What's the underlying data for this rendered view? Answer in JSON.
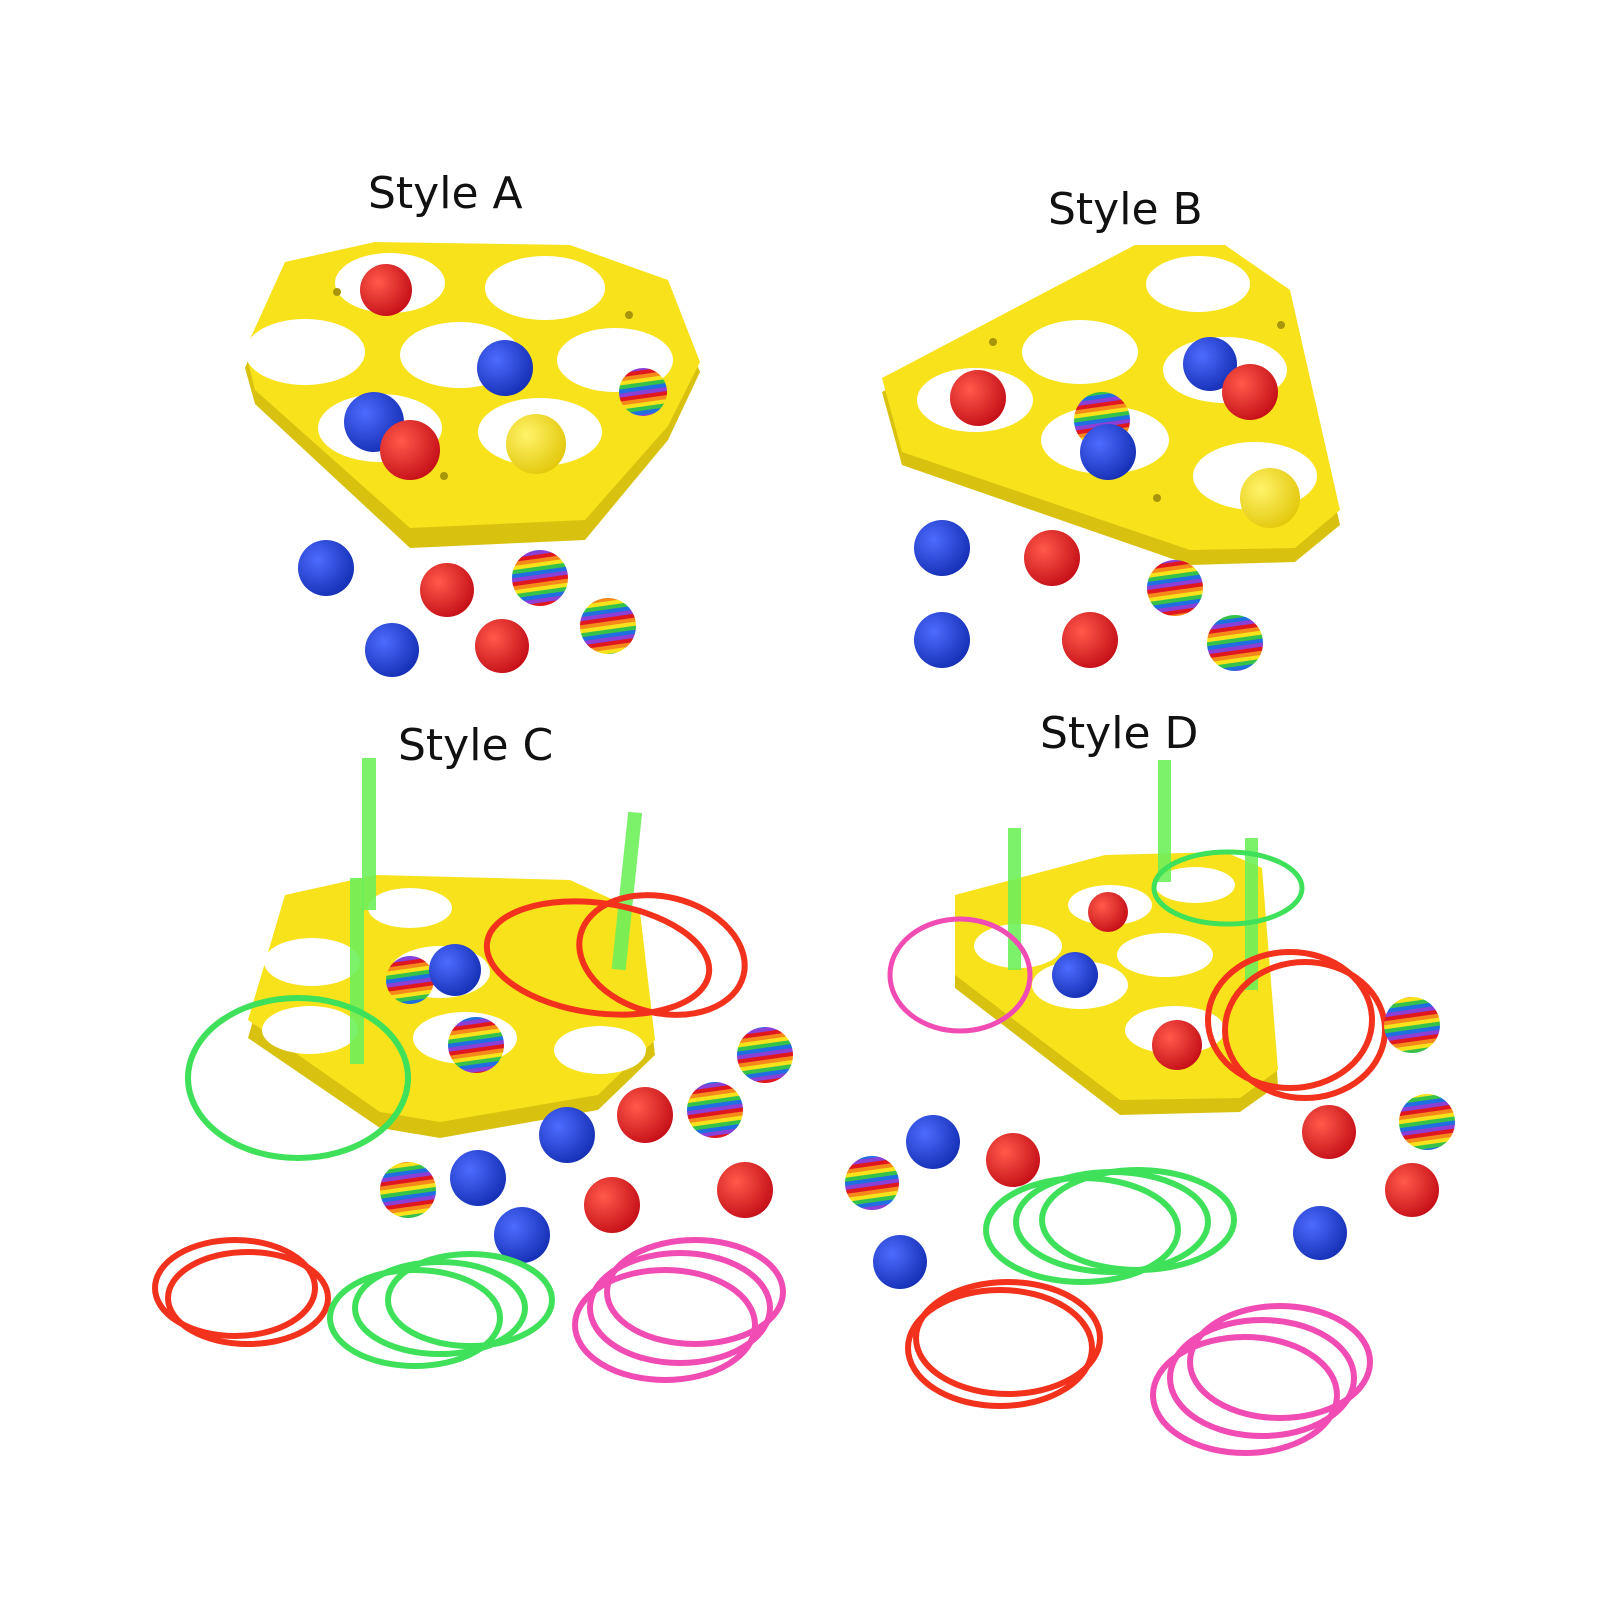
{
  "labels": {
    "style_a": "Style A",
    "style_b": "Style B",
    "style_c": "Style C",
    "style_d": "Style D"
  },
  "colors": {
    "background": "#ffffff",
    "tray_yellow": "#f7e21b",
    "tray_shadow": "#d9c20f",
    "ball_red": "#e0171f",
    "ball_blue": "#1f3fd1",
    "ball_yellow": "#f7e21b",
    "ring_red": "#f2321c",
    "ring_green": "#3fe05a",
    "ring_pink": "#f04cb4",
    "peg_green": "#6ef05a"
  },
  "icons": {
    "tray": "ring-toss-tray",
    "peg": "green-peg",
    "ball": "foam-ball",
    "ring": "toss-ring"
  }
}
